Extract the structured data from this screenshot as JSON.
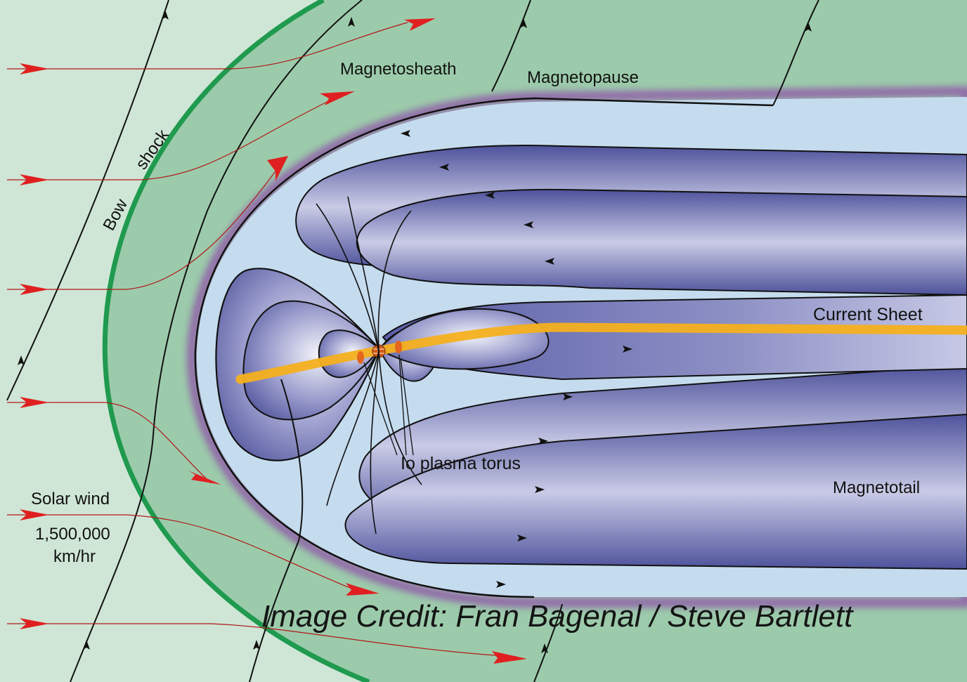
{
  "labels": {
    "magnetosheath": "Magnetosheath",
    "magnetopause": "Magnetopause",
    "bow": "Bow",
    "shock": "shock",
    "current_sheet": "Current Sheet",
    "io_plasma_torus": "Io plasma torus",
    "magnetotail": "Magnetotail",
    "solar_wind": "Solar wind",
    "solar_wind_speed": "1,500,000",
    "solar_wind_unit": "km/hr"
  },
  "credit": "Image Credit: Fran Bagenal / Steve Bartlett",
  "colors": {
    "solar_wind_region": "#cfe6d6",
    "magnetosheath_region": "#9ccbab",
    "bow_shock": "#1f9a4f",
    "magnetopause_glow": "#8e4aa8",
    "inner_cavity": "#c5dcef",
    "field_fill_dark": "#5a5ea8",
    "field_fill_light": "#eef0f8",
    "current_sheet": "#f4b01e",
    "solar_wind_arrow": "#e02020",
    "solar_wind_line": "#b01818",
    "field_line": "#111111",
    "jupiter": "#d25a1e"
  }
}
